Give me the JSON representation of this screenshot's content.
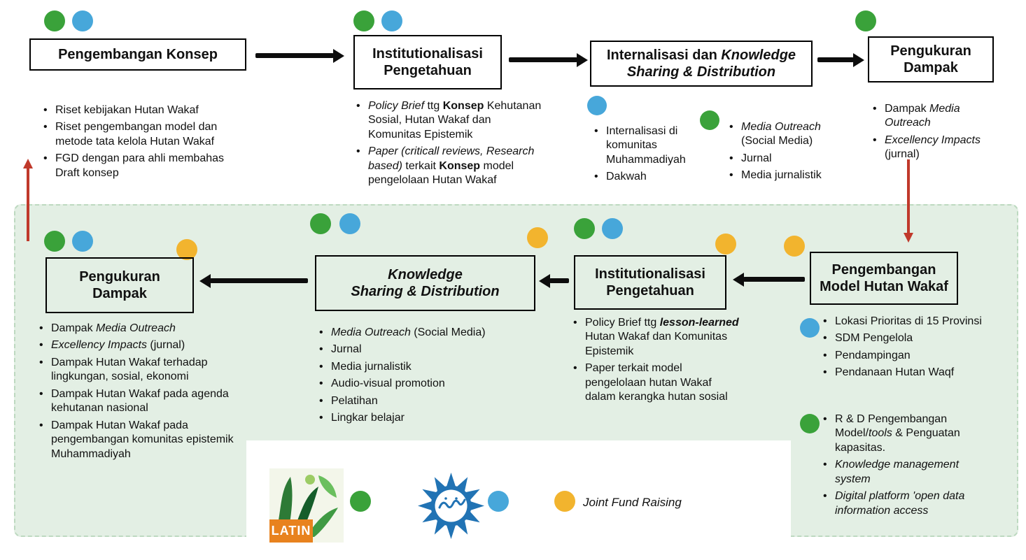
{
  "colors": {
    "green": "#3aa23a",
    "blue": "#47a7da",
    "orange": "#f2b42e",
    "red": "#c0392b",
    "panel": "#e3efe4",
    "panel-border": "#bdd9c0"
  },
  "top": {
    "box1": {
      "title": [
        {
          "t": "Pengembangan Konsep"
        }
      ],
      "bullets": [
        "Riset kebijakan Hutan Wakaf",
        "Riset pengembangan model dan metode tata kelola Hutan Wakaf",
        "FGD dengan para ahli membahas Draft konsep"
      ]
    },
    "box2": {
      "title": [
        {
          "t": "Institutionalisasi\nPengetahuan"
        }
      ],
      "bullets": [
        [
          {
            "t": "Policy Brief",
            "s": "i"
          },
          {
            "t": " ttg "
          },
          {
            "t": "Konsep",
            "s": "b"
          },
          {
            "t": " Kehutanan Sosial, Hutan Wakaf dan Komunitas Epistemik"
          }
        ],
        [
          {
            "t": "Paper (criticall reviews, Research based)",
            "s": "i"
          },
          {
            "t": " terkait "
          },
          {
            "t": "Konsep",
            "s": "b"
          },
          {
            "t": " model pengelolaan Hutan Wakaf"
          }
        ]
      ]
    },
    "box3": {
      "title": [
        {
          "t": "Internalisasi dan "
        },
        {
          "t": "Knowledge\nSharing & Distribution",
          "s": "i"
        }
      ],
      "left_bullets": [
        "Internalisasi di komunitas Muhammadiyah",
        "Dakwah"
      ],
      "right_bullets": [
        [
          {
            "t": "Media Outreach",
            "s": "i"
          },
          {
            "t": " (Social Media)"
          }
        ],
        "Jurnal",
        "Media jurnalistik"
      ]
    },
    "box4": {
      "title": [
        {
          "t": "Pengukuran\nDampak"
        }
      ],
      "bullets": [
        [
          {
            "t": "Dampak "
          },
          {
            "t": "Media Outreach",
            "s": "i"
          }
        ],
        [
          {
            "t": "Excellency Impacts",
            "s": "i"
          },
          {
            "t": " (jurnal)"
          }
        ]
      ]
    }
  },
  "bottom": {
    "box1": {
      "title": [
        {
          "t": "Pengukuran\nDampak"
        }
      ],
      "bullets": [
        [
          {
            "t": "Dampak "
          },
          {
            "t": "Media Outreach",
            "s": "i"
          }
        ],
        [
          {
            "t": "Excellency Impacts",
            "s": "i"
          },
          {
            "t": " (jurnal)"
          }
        ],
        "Dampak Hutan Wakaf terhadap lingkungan, sosial, ekonomi",
        "Dampak Hutan Wakaf pada agenda kehutanan nasional",
        "Dampak Hutan Wakaf pada pengembangan komunitas epistemik Muhammadiyah"
      ]
    },
    "box2": {
      "title": [
        {
          "t": "Knowledge\nSharing & Distribution",
          "s": "i"
        }
      ],
      "bullets": [
        [
          {
            "t": "Media Outreach",
            "s": "i"
          },
          {
            "t": " (Social Media)"
          }
        ],
        "Jurnal",
        "Media jurnalistik",
        "Audio-visual promotion",
        "Pelatihan",
        "Lingkar belajar"
      ]
    },
    "box3": {
      "title": [
        {
          "t": "Institutionalisasi\nPengetahuan"
        }
      ],
      "bullets": [
        [
          {
            "t": "Policy Brief ttg "
          },
          {
            "t": "lesson-learned",
            "s": "bi"
          },
          {
            "t": " Hutan Wakaf dan Komunitas Epistemik"
          }
        ],
        "Paper terkait model pengelolaan hutan Wakaf dalam kerangka hutan sosial"
      ]
    },
    "box4": {
      "title": [
        {
          "t": "Pengembangan\nModel Hutan Wakaf"
        }
      ],
      "blue_bullets": [
        "Lokasi Prioritas di 15 Provinsi",
        "SDM Pengelola",
        "Pendampingan",
        "Pendanaan Hutan Waqf"
      ],
      "green_bullets": [
        [
          {
            "t": "R & D Pengembangan Model/"
          },
          {
            "t": "tools",
            "s": "i"
          },
          {
            "t": " & Penguatan kapasitas."
          }
        ],
        [
          {
            "t": "Knowledge management system",
            "s": "i"
          }
        ],
        [
          {
            "t": "Digital platform 'open data information access",
            "s": "i"
          }
        ]
      ]
    }
  },
  "legend": {
    "latin_label": "LATIN",
    "joint_fund_raising": [
      {
        "t": "Joint Fund Raising",
        "s": "i"
      }
    ]
  }
}
